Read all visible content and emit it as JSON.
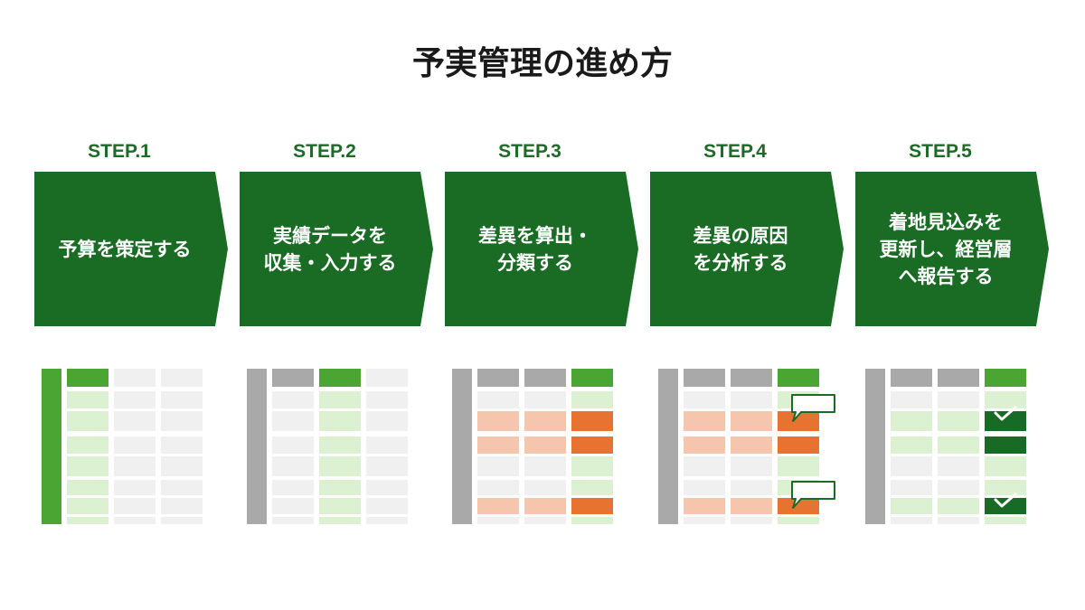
{
  "title": "予実管理の進め方",
  "steps": [
    {
      "label": "STEP.1",
      "text": "予算を策定する"
    },
    {
      "label": "STEP.2",
      "text": "実績データを\n収集・入力する"
    },
    {
      "label": "STEP.3",
      "text": "差異を算出・\n分類する"
    },
    {
      "label": "STEP.4",
      "text": "差異の原因\nを分析する"
    },
    {
      "label": "STEP.5",
      "text": "着地見込みを\n更新し、経営層\nへ報告する"
    }
  ],
  "illustrations": [
    {
      "first_col_active": true,
      "highlight_col": 1,
      "orange_rows": [],
      "callouts": [],
      "checks": []
    },
    {
      "first_col_active": false,
      "highlight_col": 2,
      "orange_rows": [],
      "callouts": [],
      "checks": []
    },
    {
      "first_col_active": false,
      "highlight_col": 3,
      "orange_rows": [
        1,
        2,
        5
      ],
      "callouts": [],
      "checks": []
    },
    {
      "first_col_active": false,
      "highlight_col": 3,
      "orange_rows": [
        1,
        2,
        5
      ],
      "callouts": [
        1,
        5
      ],
      "checks": []
    },
    {
      "first_col_active": false,
      "highlight_col": 3,
      "orange_rows": [],
      "light_rows": [
        1,
        2,
        5
      ],
      "dark_rows": [
        1,
        2,
        5
      ],
      "callouts": [],
      "checks": [
        1,
        5
      ]
    }
  ],
  "colors": {
    "chevron": "#1a6b24",
    "step_label": "#1e6b28",
    "accent_green": "#4aa532",
    "light_green": "#dbf1d1",
    "grey_header": "#a9a9a9",
    "grey_cell": "#f0f0f0",
    "orange": "#e8722f",
    "light_orange": "#f5c5ad",
    "dark_green": "#176b25"
  }
}
